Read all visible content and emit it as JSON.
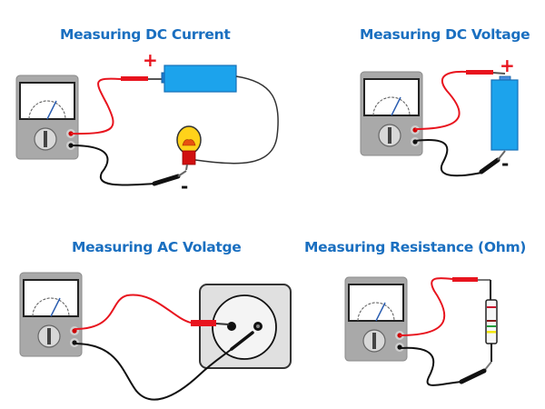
{
  "panels": [
    {
      "id": "dc-current",
      "title": "Measuring DC Current",
      "plus_label": "+",
      "minus_label": "-",
      "component": "battery-pack-and-lamp"
    },
    {
      "id": "dc-voltage",
      "title": "Measuring DC Voltage",
      "plus_label": "+",
      "minus_label": "-",
      "component": "battery-cell"
    },
    {
      "id": "ac-voltage",
      "title": "Measuring AC Volatge",
      "component": "wall-socket"
    },
    {
      "id": "resistance",
      "title": "Measuring Resistance (Ohm)",
      "component": "resistor"
    }
  ],
  "colors": {
    "title": "#1a6fc0",
    "positive_lead": "#e8141e",
    "negative_lead": "#111111",
    "meter_body": "#a8a8a8",
    "battery": "#1ca3ec",
    "sign_plus": "#e8141e"
  },
  "resistor_bands": [
    "#c8102e",
    "#8b1a1a",
    "#1e9c3a",
    "#f2e600"
  ]
}
